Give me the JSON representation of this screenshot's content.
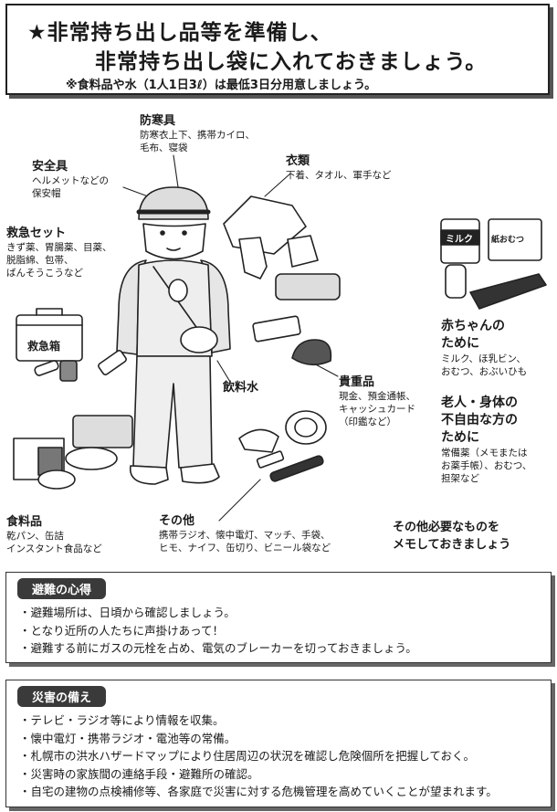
{
  "title": {
    "line1": "★非常持ち出し品等を準備し、",
    "line2": "非常持ち出し袋に入れておきましょう。",
    "note": "※食料品や水（1人1日3ℓ）は最低3日分用意しましょう。"
  },
  "categories": {
    "protection": {
      "heading": "防寒具",
      "lines": [
        "防寒衣上下、携帯カイロ、",
        "毛布、寝袋"
      ]
    },
    "safety": {
      "heading": "安全具",
      "lines": [
        "ヘルメットなどの",
        "保安帽"
      ]
    },
    "clothing": {
      "heading": "衣類",
      "lines": [
        "下着、タオル、軍手など"
      ]
    },
    "firstaid": {
      "heading": "救急セット",
      "lines": [
        "きず薬、胃腸薬、目薬、",
        "脱脂綿、包帯、",
        "ばんそうこうなど"
      ]
    },
    "water": {
      "heading": "飲料水"
    },
    "baby": {
      "heading_lines": [
        "赤ちゃんの",
        "ために"
      ],
      "lines": [
        "ミルク、ほ乳ビン、",
        "おむつ、おぶいひも"
      ]
    },
    "valuables": {
      "heading": "貴重品",
      "lines": [
        "現金、預金通帳、",
        "キャッシュカード",
        "（印鑑など）"
      ]
    },
    "elderly": {
      "heading_lines": [
        "老人・身体の",
        "不自由な方の",
        "ために"
      ],
      "lines": [
        "常備薬（メモまたは",
        "お薬手帳）、おむつ、",
        "担架など"
      ]
    },
    "food": {
      "heading": "食料品",
      "lines": [
        "乾パン、缶詰",
        "インスタント食品など"
      ]
    },
    "other": {
      "heading": "その他",
      "lines": [
        "携帯ラジオ、懐中電灯、マッチ、手袋、",
        "ヒモ、ナイフ、缶切り、ビニール袋など"
      ]
    }
  },
  "memo": {
    "lines": [
      "その他必要なものを",
      "メモしておきましょう"
    ]
  },
  "item_labels": {
    "first_aid_box": "救急箱",
    "milk_can": "ミルク",
    "diaper_pack": "紙おむつ"
  },
  "evacuation": {
    "title": "避難の心得",
    "items": [
      "避難場所は、日頃から確認しましょう。",
      "となり近所の人たちに声掛けあって！",
      "避難する前にガスの元栓を占め、電気のブレーカーを切っておきましょう。"
    ]
  },
  "preparation": {
    "title": "災害の備え",
    "items": [
      "テレビ・ラジオ等により情報を収集。",
      "懐中電灯・携帯ラジオ・電池等の常備。",
      "札幌市の洪水ハザードマップにより住居周辺の状況を確認し危険個所を把握しておく。",
      "災害時の家族間の連絡手段・避難所の確認。",
      "自宅の建物の点検補修等、各家庭で災害に対する危機管理を高めていくことが望まれます。"
    ]
  }
}
